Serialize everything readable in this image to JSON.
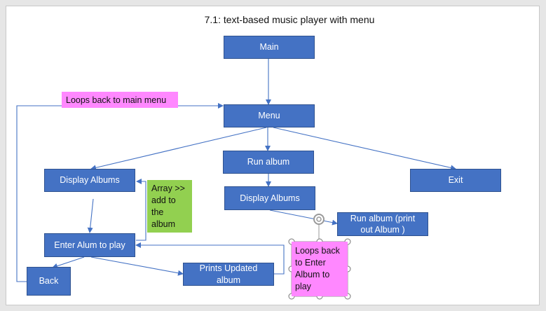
{
  "diagram": {
    "title": "7.1: text-based music player with menu",
    "nodes": {
      "main": "Main",
      "menu": "Menu",
      "run_album": "Run album",
      "exit": "Exit",
      "display_albums_left": "Display Albums",
      "display_albums_center": "Display Albums",
      "run_album_print": "Run album (print out Album )",
      "enter_album": "Enter Alum to play",
      "back": "Back",
      "prints_updated": "Prints Updated album"
    },
    "notes": {
      "loops_main": "Loops back to main menu",
      "array_add": "Array >> add to the album",
      "loops_enter": "Loops back to Enter Album to play"
    },
    "colors": {
      "box_fill": "#4472c4",
      "box_border": "#2f528f",
      "arrow": "#4472c4",
      "note_pink": "#ff88ff",
      "note_green": "#92d050"
    }
  }
}
